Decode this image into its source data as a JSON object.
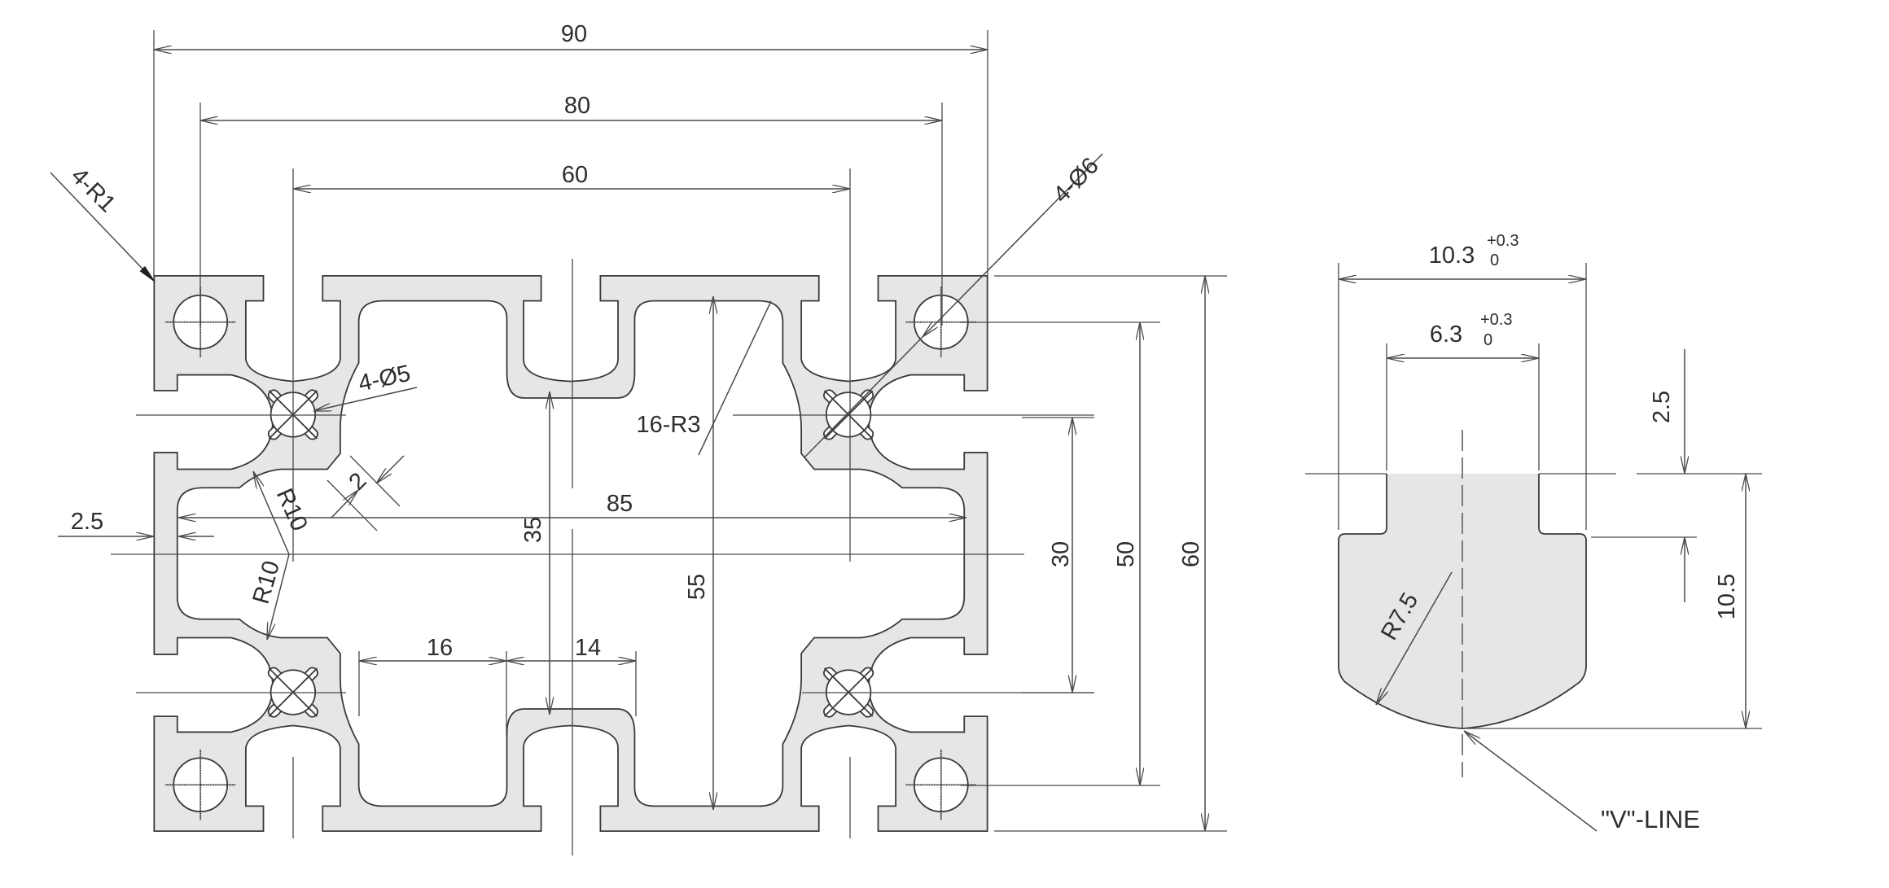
{
  "colors": {
    "profile_fill": "#e6e6e6",
    "line": "#3a3a3a",
    "background": "#ffffff"
  },
  "profile_view": {
    "dims": {
      "overall_width": "90",
      "hole_spacing_x": "80",
      "core_spacing_x": "60",
      "inner_width": "85",
      "wall_thickness": "2.5",
      "slot_depth": "35",
      "inner_height": "55",
      "segment_16": "16",
      "segment_14": "14",
      "core_spacing_y": "30",
      "hole_spacing_y": "50",
      "overall_height": "60",
      "web_thickness": "2"
    },
    "callouts": {
      "corner_radius": "4-R1",
      "hole_diameter": "4-Ø6",
      "core_diameter": "4-Ø5",
      "fillet_radius": "16-R3",
      "radius_upper": "R10",
      "radius_lower": "R10"
    }
  },
  "slot_view": {
    "outer_width": "10.3",
    "outer_width_tol_upper": "+0.3",
    "outer_width_tol_lower": "0",
    "opening_width": "6.3",
    "opening_width_tol_upper": "+0.3",
    "opening_width_tol_lower": "0",
    "lip_depth": "2.5",
    "slot_depth": "10.5",
    "bottom_radius": "R7.5",
    "v_line_label": "\"V\"-LINE"
  }
}
